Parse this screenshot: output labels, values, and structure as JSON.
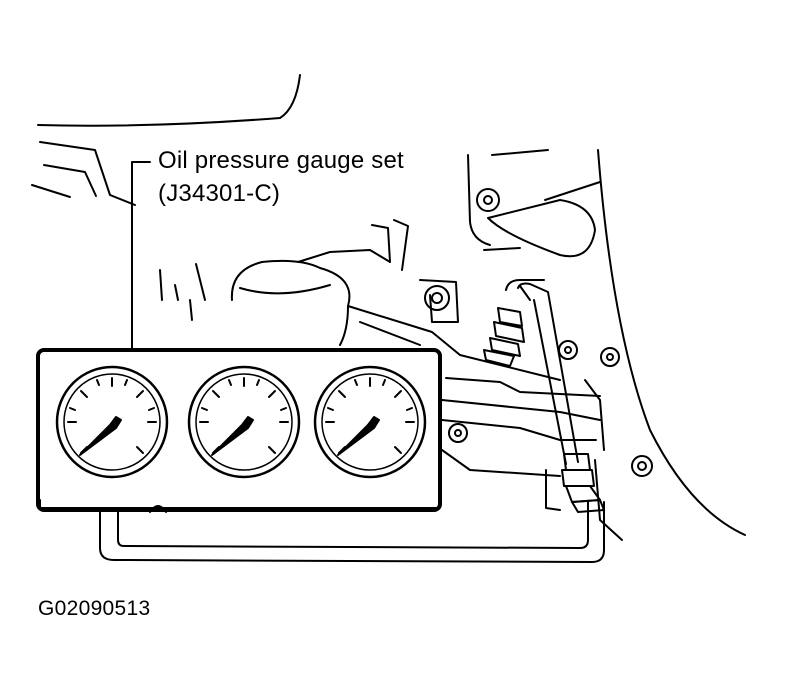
{
  "callout": {
    "name": "Oil pressure gauge set",
    "part_number": "(J34301-C)"
  },
  "figure_id": "G02090513",
  "gauges": [
    {
      "name": "gauge-left"
    },
    {
      "name": "gauge-center"
    },
    {
      "name": "gauge-right"
    }
  ],
  "colors": {
    "ink": "#000000",
    "paper": "#ffffff"
  }
}
